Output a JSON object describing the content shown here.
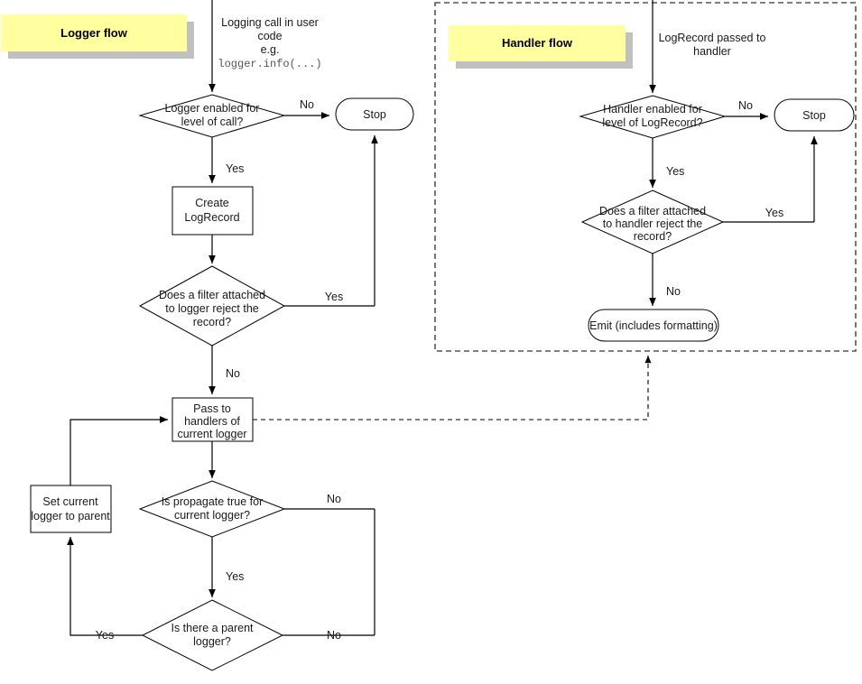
{
  "diagram": {
    "type": "flowchart",
    "title_boxes": [
      {
        "id": "logger-flow-title",
        "label": "Logger flow"
      },
      {
        "id": "handler-flow-title",
        "label": "Handler flow"
      }
    ],
    "logger_flow": {
      "entry_caption_line1": "Logging call in user",
      "entry_caption_line2": "code",
      "entry_caption_line3": "e.g.",
      "entry_caption_code": "logger.info(...)",
      "nodes": [
        {
          "id": "logger-enabled-decision",
          "shape": "diamond",
          "line1": "Logger enabled for",
          "line2": "level of call?"
        },
        {
          "id": "stop-terminal-left",
          "shape": "rounded",
          "line1": "Stop"
        },
        {
          "id": "create-logrecord-process",
          "shape": "rect",
          "line1": "Create",
          "line2": "LogRecord"
        },
        {
          "id": "logger-filter-decision",
          "shape": "diamond",
          "line1": "Does a filter attached",
          "line2": "to logger reject the",
          "line3": "record?"
        },
        {
          "id": "pass-to-handlers-process",
          "shape": "rect",
          "line1": "Pass to",
          "line2": "handlers of",
          "line3": "current logger"
        },
        {
          "id": "propagate-decision",
          "shape": "diamond",
          "line1": "Is propagate true for",
          "line2": "current logger?"
        },
        {
          "id": "set-parent-process",
          "shape": "rect",
          "line1": "Set current",
          "line2": "logger to parent"
        },
        {
          "id": "parent-logger-decision",
          "shape": "diamond",
          "line1": "Is there a parent",
          "line2": "logger?"
        }
      ],
      "edge_labels": {
        "logger_enabled_no": "No",
        "logger_enabled_yes": "Yes",
        "logger_filter_yes": "Yes",
        "logger_filter_no": "No",
        "propagate_no": "No",
        "propagate_yes": "Yes",
        "parent_yes": "Yes",
        "parent_no": "No"
      }
    },
    "handler_flow": {
      "entry_caption_line1": "LogRecord passed to",
      "entry_caption_line2": "handler",
      "nodes": [
        {
          "id": "handler-enabled-decision",
          "shape": "diamond",
          "line1": "Handler enabled for",
          "line2": "level of LogRecord?"
        },
        {
          "id": "stop-terminal-right",
          "shape": "rounded",
          "line1": "Stop"
        },
        {
          "id": "handler-filter-decision",
          "shape": "diamond",
          "line1": "Does a filter attached",
          "line2": "to handler reject the",
          "line3": "record?"
        },
        {
          "id": "emit-terminal",
          "shape": "rounded",
          "line1": "Emit (includes formatting)"
        }
      ],
      "edge_labels": {
        "handler_enabled_no": "No",
        "handler_enabled_yes": "Yes",
        "handler_filter_yes": "Yes",
        "handler_filter_no": "No"
      }
    },
    "colors": {
      "title_fill": "#ffffa0",
      "title_shadow": "#c0c0c0",
      "shape_stroke": "#000000",
      "connector": "#000000",
      "container_border": "#555555",
      "background": "#ffffff"
    }
  }
}
